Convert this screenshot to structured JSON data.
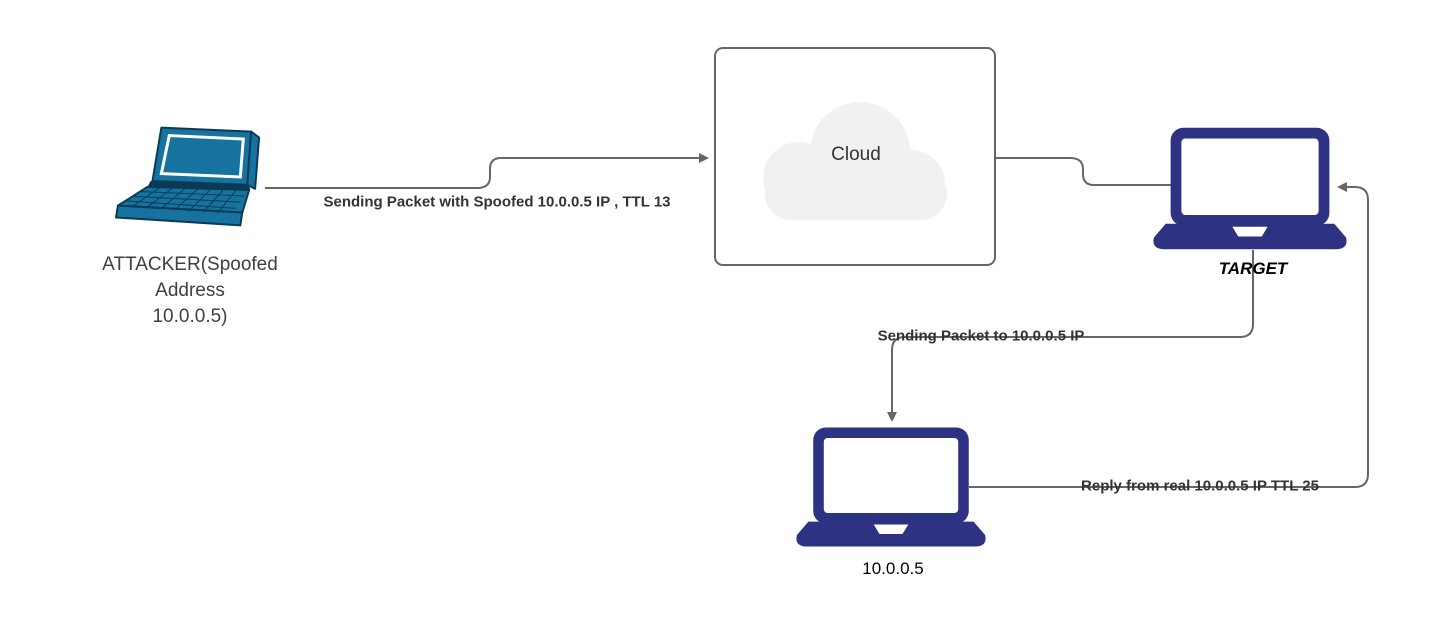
{
  "diagram": {
    "nodes": {
      "attacker": {
        "lines": [
          "ATTACKER(Spoofed",
          "Address",
          "10.0.0.5)"
        ],
        "full_label": "ATTACKER(Spoofed Address 10.0.0.5)"
      },
      "cloud": {
        "label": "Cloud"
      },
      "target": {
        "label": "TARGET"
      },
      "real_host": {
        "label": "10.0.0.5"
      }
    },
    "edges": [
      {
        "from": "attacker",
        "to": "cloud",
        "label": "Sending Packet with Spoofed 10.0.0.5 IP , TTL 13"
      },
      {
        "from": "cloud",
        "to": "target"
      },
      {
        "from": "target",
        "to": "real_host",
        "label": "Sending Packet to 10.0.0.5 IP"
      },
      {
        "from": "real_host",
        "to": "target",
        "label": "Reply from real 10.0.0.5 IP TTL 25"
      }
    ],
    "colors": {
      "attacker_laptop": "#16739f",
      "attacker_laptop_outline": "#0a3a55",
      "laptop_navy": "#2d3282",
      "connector": "#666666",
      "cloud_fill": "#f1f1f1",
      "box_border": "#666666",
      "edge_label_text": "#333333",
      "node_label_text": "#000000"
    }
  }
}
